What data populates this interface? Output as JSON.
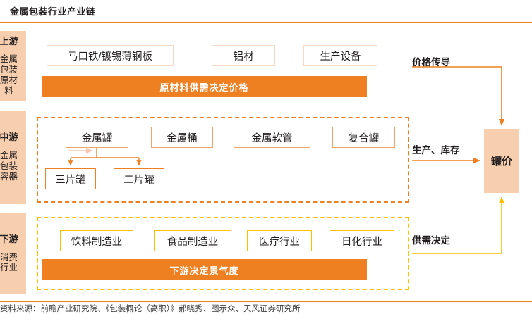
{
  "header": {
    "title": "金属包装行业产业链",
    "rule_color": "#EF8022"
  },
  "colors": {
    "orange": "#EF8022",
    "yellow": "#FFC000",
    "peach": "#F8CFAE",
    "light_peach_border": "#F7D9C8",
    "mid_border": "#F0A46A"
  },
  "stages": [
    {
      "id": "upstream",
      "title": "上游",
      "subtitle": "金属包装原材料",
      "frame_style": "dashed-light-peach"
    },
    {
      "id": "midstream",
      "title": "中游",
      "subtitle": "金属包装容器",
      "frame_style": "dashed-orange"
    },
    {
      "id": "downstream",
      "title": "下游",
      "subtitle": "消费行业",
      "frame_style": "dashed-yellow"
    }
  ],
  "upstream": {
    "nodes": [
      {
        "id": "tinplate",
        "label": "马口铁/镀锡薄钢板"
      },
      {
        "id": "aluminum",
        "label": "铝材"
      },
      {
        "id": "equipment",
        "label": "生产设备"
      }
    ],
    "banner": "原材料供需决定价格"
  },
  "midstream": {
    "nodes": [
      {
        "id": "metal-can",
        "label": "金属罐"
      },
      {
        "id": "metal-drum",
        "label": "金属桶"
      },
      {
        "id": "metal-tube",
        "label": "金属软管"
      },
      {
        "id": "composite-can",
        "label": "复合罐"
      }
    ],
    "sub_nodes": [
      {
        "id": "three-piece",
        "label": "三片罐"
      },
      {
        "id": "two-piece",
        "label": "二片罐"
      }
    ]
  },
  "downstream": {
    "nodes": [
      {
        "id": "beverage",
        "label": "饮料制造业"
      },
      {
        "id": "food",
        "label": "食品制造业"
      },
      {
        "id": "medical",
        "label": "医疗行业"
      },
      {
        "id": "daily",
        "label": "日化行业"
      }
    ],
    "banner": "下游决定景气度"
  },
  "outcome": {
    "label": "罐价"
  },
  "flows": [
    {
      "id": "price-transmission",
      "label": "价格传导",
      "from": "upstream",
      "to": "outcome",
      "color": "#EF8022"
    },
    {
      "id": "production-stock",
      "label": "生产、库存",
      "from": "midstream",
      "to": "outcome",
      "color": "#EF8022"
    },
    {
      "id": "supply-demand",
      "label": "供需决定",
      "from": "downstream",
      "to": "outcome",
      "color": "#FFC000"
    }
  ],
  "footer": {
    "text": "资料来源：前瞻产业研究院、《包装概论（高职）》郝晓秀、图示众、天风证券研究所"
  }
}
